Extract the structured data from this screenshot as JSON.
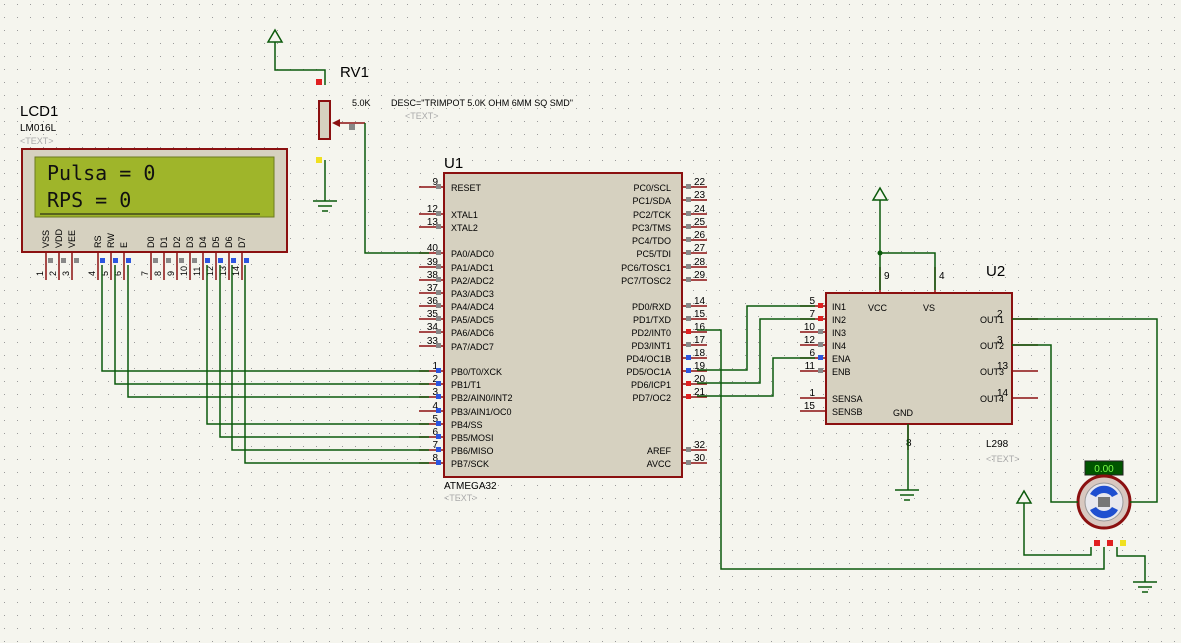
{
  "colors": {
    "wire": "#0b5a0b",
    "body_outline": "#8b1010",
    "chip_fill": "#d6d1c0",
    "lcd_screen": "#9fb52a",
    "grid_dot": "#9a9a9a",
    "pin_dot_blue": "#2b55e0",
    "pin_dot_red": "#e02020",
    "pin_dot_gray": "#888888",
    "pin_dot_yellow": "#f0e020",
    "motor_readout_bg": "#005500",
    "motor_readout_fg": "#7cff4a"
  },
  "lcd": {
    "ref": "LCD1",
    "model": "LM016L",
    "text_tag": "<TEXT>",
    "line1": "Pulsa = 0",
    "line2": "RPS = 0",
    "pin_names": [
      "VSS",
      "VDD",
      "VEE",
      "RS",
      "RW",
      "E",
      "D0",
      "D1",
      "D2",
      "D3",
      "D4",
      "D5",
      "D6",
      "D7"
    ],
    "pin_numbers": [
      "1",
      "2",
      "3",
      "4",
      "5",
      "6",
      "7",
      "8",
      "9",
      "10",
      "11",
      "12",
      "13",
      "14"
    ]
  },
  "pot": {
    "ref": "RV1",
    "value": "5.0K",
    "desc": "DESC=\"TRIMPOT 5.0K OHM 6MM SQ SMD\"",
    "text_tag": "<TEXT>"
  },
  "mcu": {
    "ref": "U1",
    "model": "ATMEGA32",
    "text_tag": "<TEXT>",
    "left_pins": [
      {
        "num": "9",
        "name": "RESET"
      },
      {
        "num": "12",
        "name": "XTAL1"
      },
      {
        "num": "13",
        "name": "XTAL2"
      },
      {
        "num": "40",
        "name": "PA0/ADC0"
      },
      {
        "num": "39",
        "name": "PA1/ADC1"
      },
      {
        "num": "38",
        "name": "PA2/ADC2"
      },
      {
        "num": "37",
        "name": "PA3/ADC3"
      },
      {
        "num": "36",
        "name": "PA4/ADC4"
      },
      {
        "num": "35",
        "name": "PA5/ADC5"
      },
      {
        "num": "34",
        "name": "PA6/ADC6"
      },
      {
        "num": "33",
        "name": "PA7/ADC7"
      },
      {
        "num": "1",
        "name": "PB0/T0/XCK"
      },
      {
        "num": "2",
        "name": "PB1/T1"
      },
      {
        "num": "3",
        "name": "PB2/AIN0/INT2"
      },
      {
        "num": "4",
        "name": "PB3/AIN1/OC0"
      },
      {
        "num": "5",
        "name": "PB4/SS"
      },
      {
        "num": "6",
        "name": "PB5/MOSI"
      },
      {
        "num": "7",
        "name": "PB6/MISO"
      },
      {
        "num": "8",
        "name": "PB7/SCK"
      }
    ],
    "right_pins": [
      {
        "num": "22",
        "name": "PC0/SCL"
      },
      {
        "num": "23",
        "name": "PC1/SDA"
      },
      {
        "num": "24",
        "name": "PC2/TCK"
      },
      {
        "num": "25",
        "name": "PC3/TMS"
      },
      {
        "num": "26",
        "name": "PC4/TDO"
      },
      {
        "num": "27",
        "name": "PC5/TDI"
      },
      {
        "num": "28",
        "name": "PC6/TOSC1"
      },
      {
        "num": "29",
        "name": "PC7/TOSC2"
      },
      {
        "num": "14",
        "name": "PD0/RXD"
      },
      {
        "num": "15",
        "name": "PD1/TXD"
      },
      {
        "num": "16",
        "name": "PD2/INT0"
      },
      {
        "num": "17",
        "name": "PD3/INT1"
      },
      {
        "num": "18",
        "name": "PD4/OC1B"
      },
      {
        "num": "19",
        "name": "PD5/OC1A"
      },
      {
        "num": "20",
        "name": "PD6/ICP1"
      },
      {
        "num": "21",
        "name": "PD7/OC2"
      },
      {
        "num": "32",
        "name": "AREF"
      },
      {
        "num": "30",
        "name": "AVCC"
      }
    ]
  },
  "driver": {
    "ref": "U2",
    "model": "L298",
    "text_tag": "<TEXT>",
    "left_pins": [
      {
        "num": "5",
        "name": "IN1"
      },
      {
        "num": "7",
        "name": "IN2"
      },
      {
        "num": "10",
        "name": "IN3"
      },
      {
        "num": "12",
        "name": "IN4"
      },
      {
        "num": "6",
        "name": "ENA"
      },
      {
        "num": "11",
        "name": "ENB"
      },
      {
        "num": "1",
        "name": "SENSA"
      },
      {
        "num": "15",
        "name": "SENSB"
      }
    ],
    "right_pins": [
      {
        "num": "2",
        "name": "OUT1"
      },
      {
        "num": "3",
        "name": "OUT2"
      },
      {
        "num": "13",
        "name": "OUT3"
      },
      {
        "num": "14",
        "name": "OUT4"
      }
    ],
    "top_pins": [
      {
        "num": "9",
        "name": "VCC"
      },
      {
        "num": "4",
        "name": "VS"
      }
    ],
    "bottom_pins": [
      {
        "num": "8",
        "name": "GND"
      }
    ]
  },
  "motor": {
    "readout": "0.00"
  }
}
